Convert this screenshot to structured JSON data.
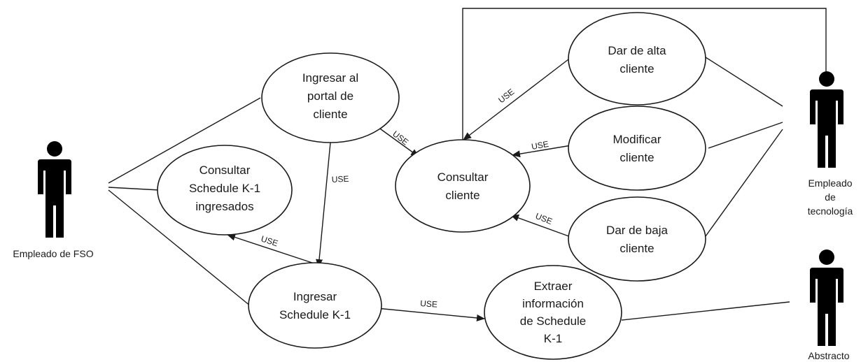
{
  "colors": {
    "stroke": "#1a1a1a",
    "actor": "#000000",
    "background": "#ffffff"
  },
  "actors": {
    "fso": {
      "name": "Empleado de FSO",
      "icon": "person-icon"
    },
    "tecnologia": {
      "name_lines": [
        "Empleado",
        "de",
        "tecnología"
      ],
      "icon": "person-icon"
    },
    "abstracto": {
      "name": "Abstracto",
      "icon": "person-icon"
    }
  },
  "use_cases": {
    "ingresar_portal": [
      "Ingresar al",
      "portal de",
      "cliente"
    ],
    "consultar_cliente": [
      "Consultar",
      "cliente"
    ],
    "consultar_k1": [
      "Consultar",
      "Schedule K-1",
      "ingresados"
    ],
    "ingresar_k1": [
      "Ingresar",
      "Schedule K-1"
    ],
    "extraer": [
      "Extraer",
      "información",
      "de Schedule",
      "K-1"
    ],
    "dar_alta": [
      "Dar de alta",
      "cliente"
    ],
    "modificar": [
      "Modificar",
      "cliente"
    ],
    "dar_baja": [
      "Dar de baja",
      "cliente"
    ]
  },
  "relation_label": "USE"
}
